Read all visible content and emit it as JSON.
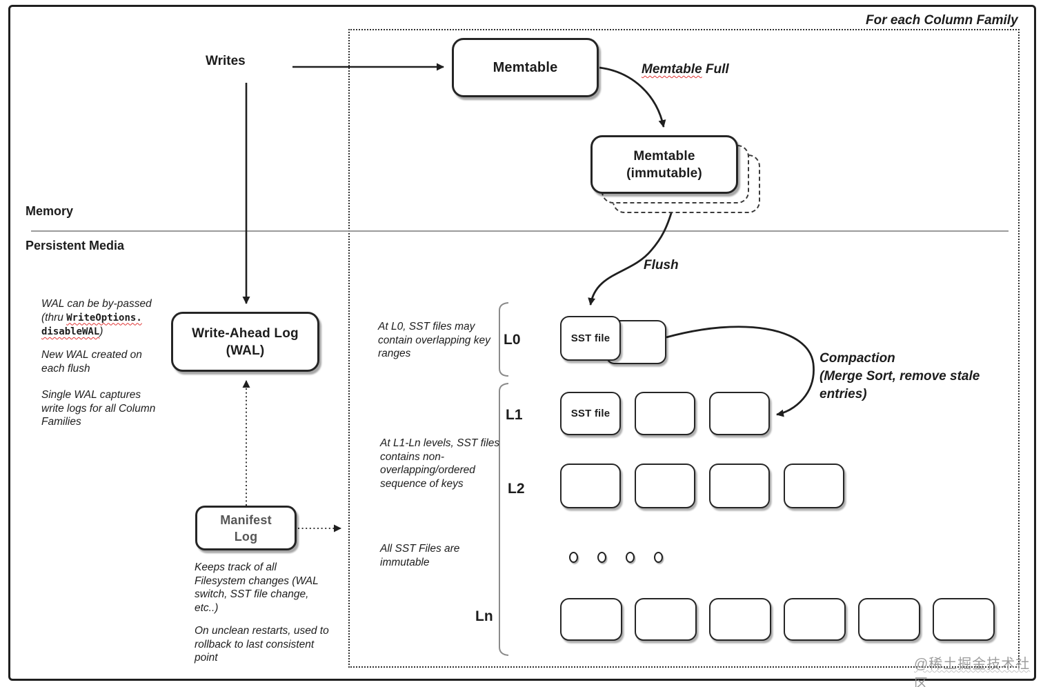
{
  "frame": {
    "region_label": "For each Column Family"
  },
  "sections": {
    "memory": "Memory",
    "persistent": "Persistent Media"
  },
  "flow": {
    "writes": "Writes",
    "memtable": "Memtable",
    "memtable_full_word": "Memtable",
    "memtable_full_rest": " Full",
    "immutable_line1": "Memtable",
    "immutable_line2": "(immutable)",
    "flush": "Flush",
    "wal_line1": "Write-Ahead Log",
    "wal_line2": "(WAL)",
    "manifest_line1": "Manifest",
    "manifest_line2": "Log",
    "compaction": [
      "Compaction",
      "(Merge Sort, remove stale",
      "entries)"
    ]
  },
  "notes": {
    "wal_bypass_line1": "WAL can be by-passed",
    "wal_bypass_prefix": "(thru ",
    "wal_bypass_code1": "WriteOptions.",
    "wal_bypass_code2": "disableWAL",
    "wal_bypass_suffix": ")",
    "new_wal": [
      "New WAL created on",
      "each flush"
    ],
    "single_wal": [
      "Single WAL captures",
      "write logs for all Column",
      "Families"
    ],
    "l0_note": [
      "At L0, SST files may",
      "contain overlapping key",
      "ranges"
    ],
    "l1_note": [
      "At L1-Ln levels, SST files",
      "contains non-",
      "overlapping/ordered",
      "sequence of keys"
    ],
    "immutable_sst_note": [
      "All SST Files are",
      "immutable"
    ],
    "manifest_note1": [
      "Keeps track of all",
      "Filesystem changes (WAL",
      "switch, SST file change,",
      "etc..)"
    ],
    "manifest_note2": [
      "On unclean restarts, used to",
      "rollback to last consistent",
      "point"
    ]
  },
  "levels": {
    "l0": "L0",
    "l1": "L1",
    "l2": "L2",
    "ln": "Ln",
    "sst_file": "SST file"
  },
  "watermark": "@稀土掘金技术社区",
  "colors": {
    "ink": "#1f1f1f",
    "manifest_gray": "#565656",
    "squiggle_red": "#e03131",
    "divider_gray": "#8c8c8c",
    "bracket_gray": "#8a8a8a",
    "watermark_gray": "#949494"
  }
}
